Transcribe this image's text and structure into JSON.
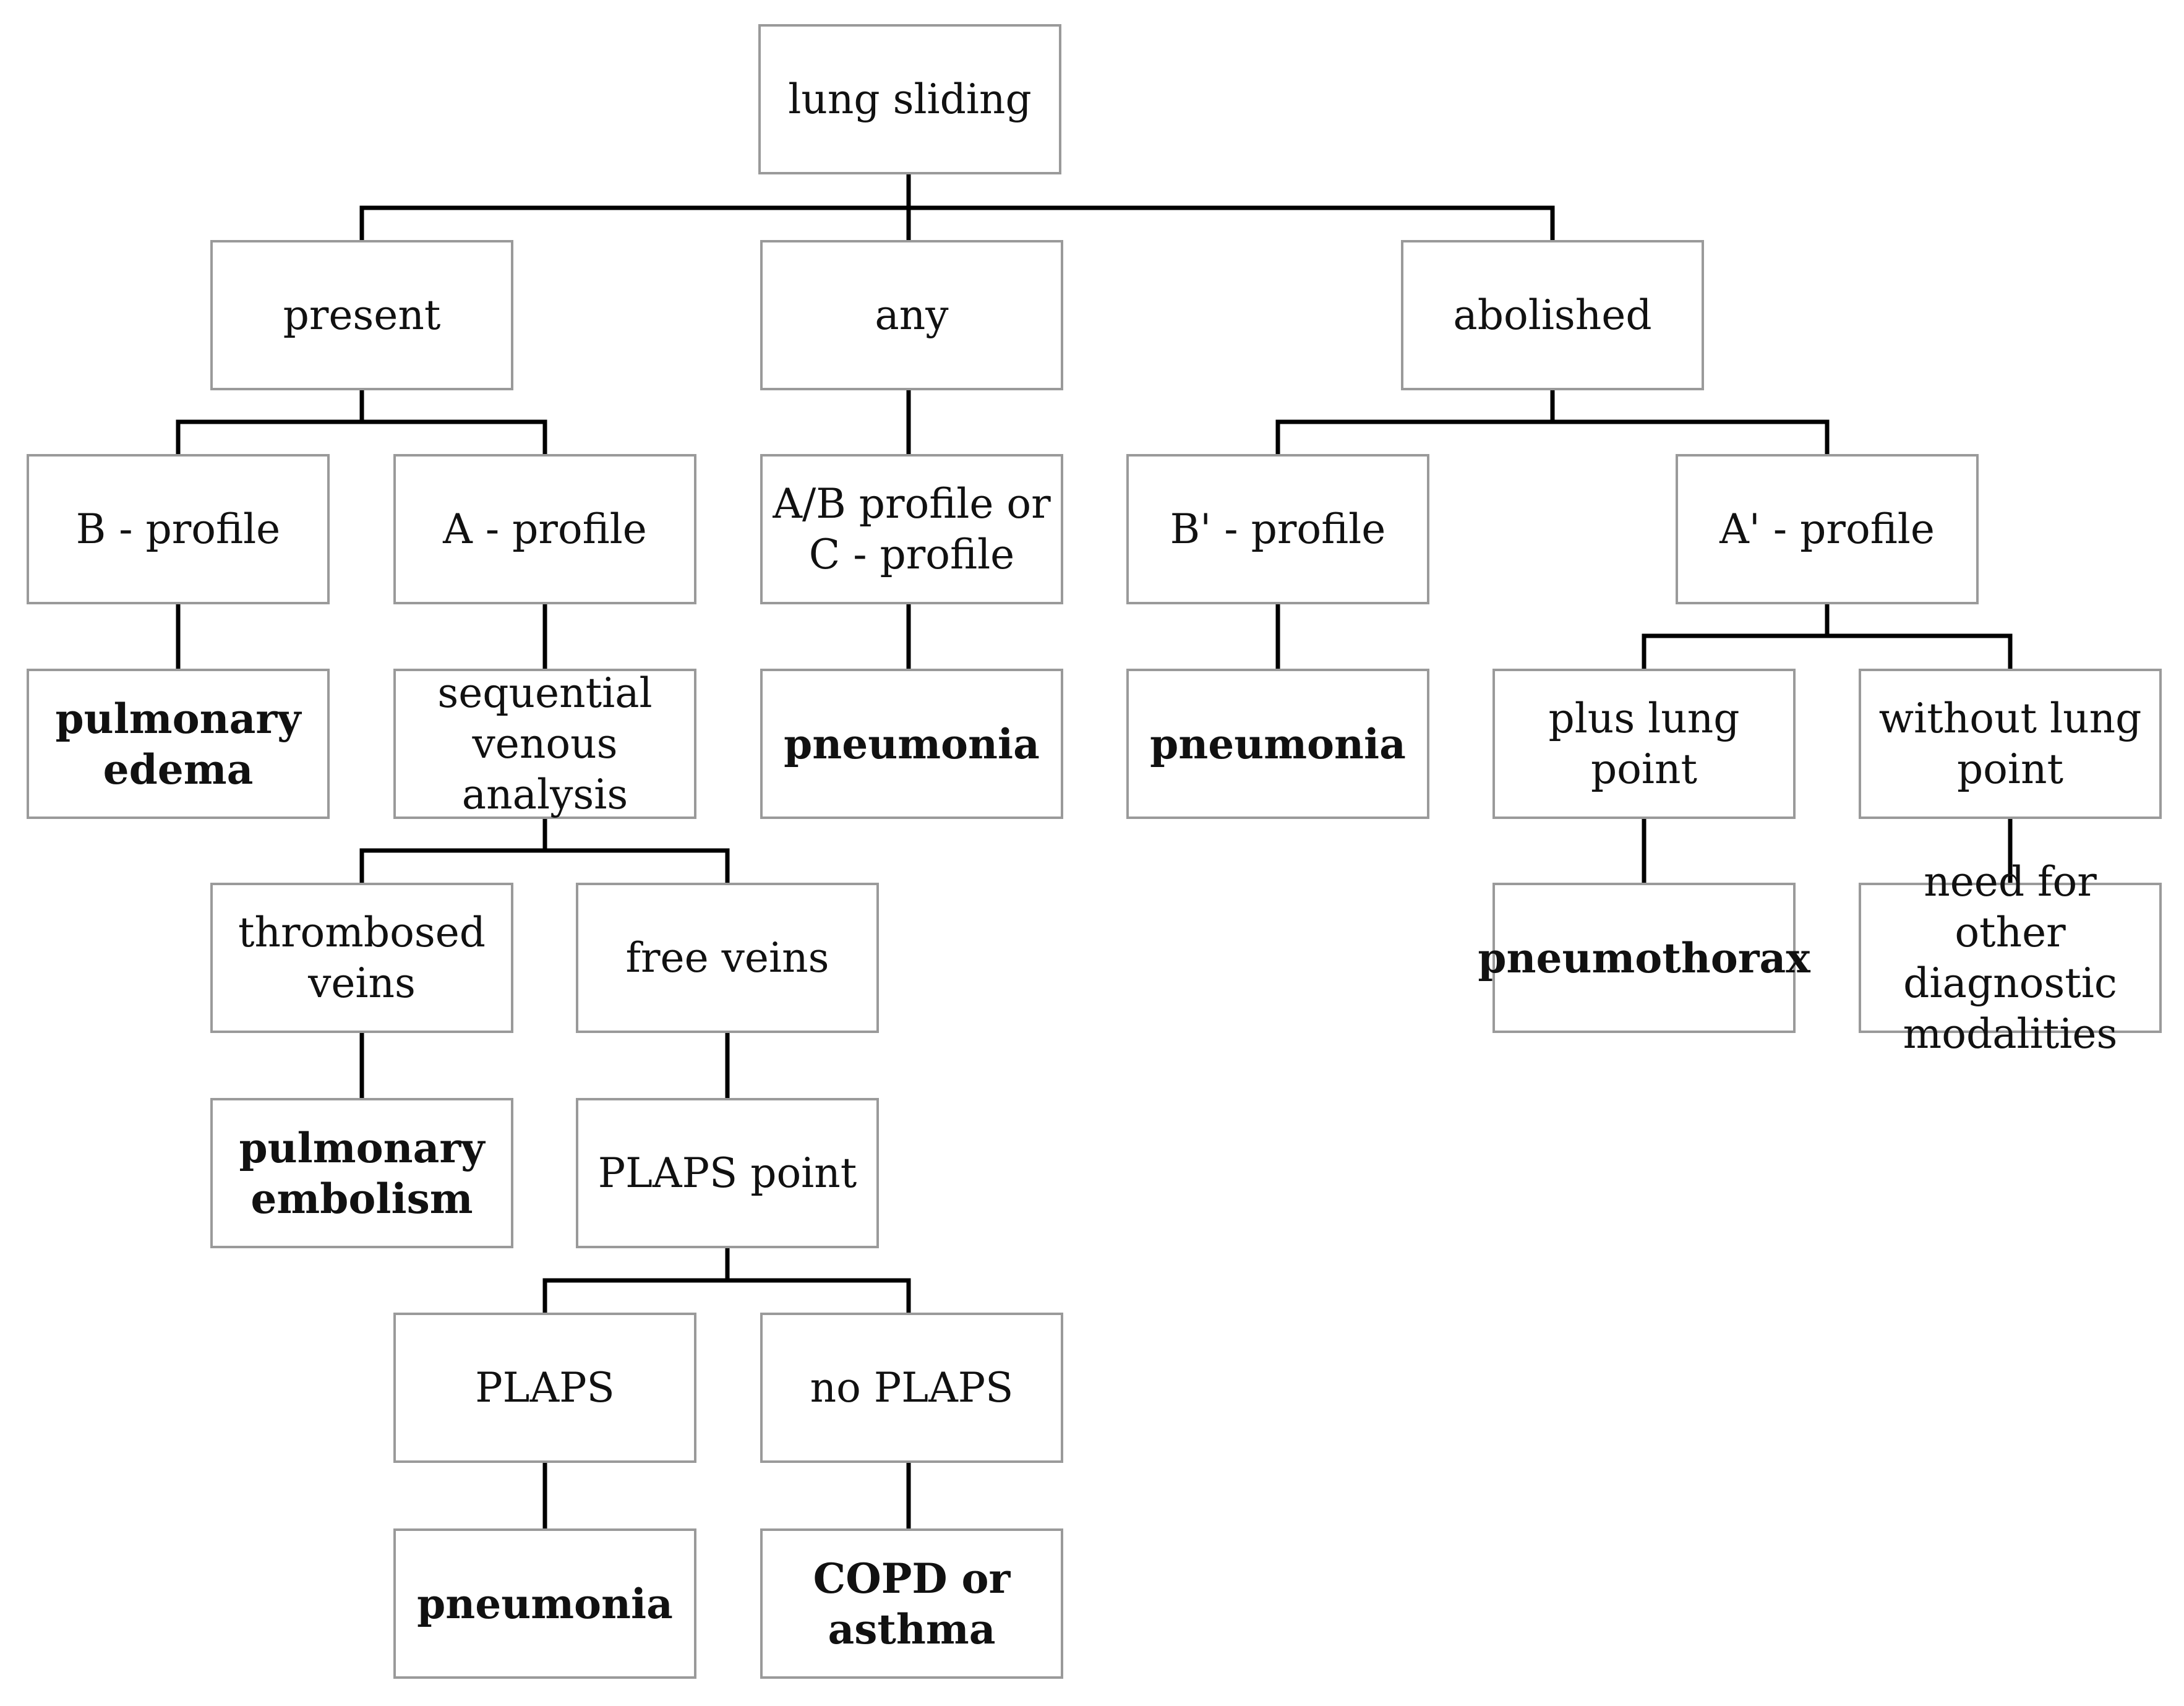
{
  "nodes": {
    "lung_sliding": "lung sliding",
    "present": "present",
    "any": "any",
    "abolished": "abolished",
    "b_profile": "B - profile",
    "a_profile": "A - profile",
    "ab_c_profile": "A/B profile or C - profile",
    "b_prime_profile": "B' - profile",
    "a_prime_profile": "A' - profile",
    "pulmonary_edema": "pulmonary edema",
    "sequential_venous_analysis": "sequential venous analysis",
    "pneumonia_any": "pneumonia",
    "pneumonia_b_prime": "pneumonia",
    "plus_lung_point": "plus lung point",
    "without_lung_point": "without lung point",
    "thrombosed_veins": "thrombosed veins",
    "free_veins": "free veins",
    "pneumothorax": "pneumothorax",
    "need_other_modalities": "need for other diagnostic modalities",
    "pulmonary_embolism": "pulmonary embolism",
    "plaps_point": "PLAPS point",
    "plaps": "PLAPS",
    "no_plaps": "no PLAPS",
    "pneumonia_plaps": "pneumonia",
    "copd_or_asthma": "COPD or asthma"
  }
}
